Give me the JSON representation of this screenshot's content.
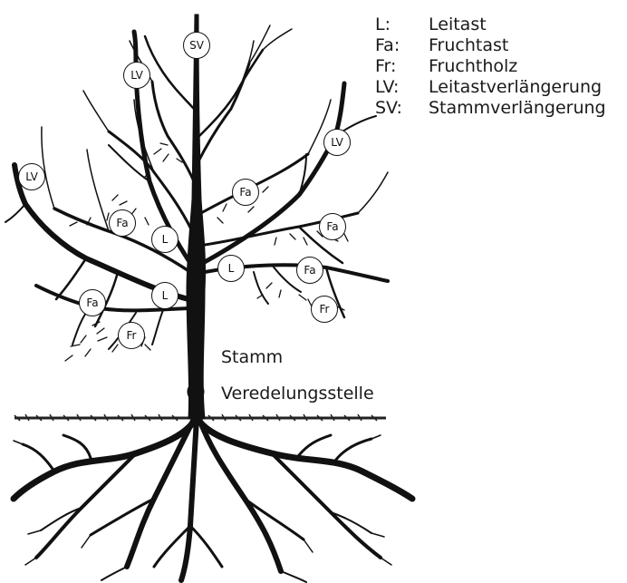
{
  "legend": [
    {
      "key": "L:",
      "text": "Leitast"
    },
    {
      "key": "Fa:",
      "text": "Fruchtast"
    },
    {
      "key": "Fr:",
      "text": "Fruchtholz"
    },
    {
      "key": "LV:",
      "text": "Leitastverlängerung"
    },
    {
      "key": "SV:",
      "text": "Stammverlängerung"
    }
  ],
  "labels": {
    "sv": "SV",
    "lv_top_left": "LV",
    "lv_left": "LV",
    "lv_right": "LV",
    "fa_upper_right": "Fa",
    "fa_left_mid": "Fa",
    "l_left_upper": "L",
    "fa_right_mid": "Fa",
    "l_center": "L",
    "fa_right_lower": "Fa",
    "l_left_lower": "L",
    "fa_left_lower": "Fa",
    "fr_right": "Fr",
    "fr_left": "Fr"
  },
  "parts": {
    "trunk": "Stamm",
    "graft": "Veredelungsstelle"
  }
}
